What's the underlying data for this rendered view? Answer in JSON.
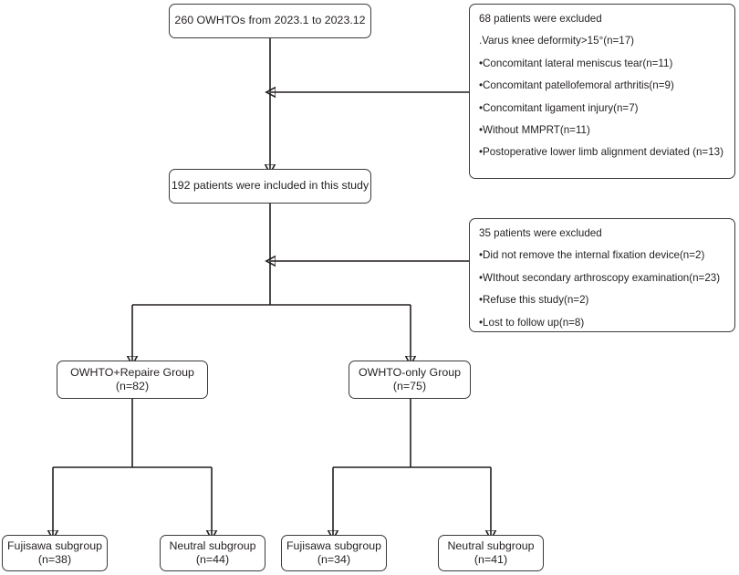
{
  "diagram": {
    "title": "OWHTO patient enrollment flowchart",
    "type": "flowchart",
    "stroke_color": "#231f20",
    "border_color": "#3a3a3c",
    "background": "#ffffff"
  },
  "nodes": {
    "top": {
      "line1": "260 OWHTOs from 2023.1 to 2023.12"
    },
    "included": {
      "line1": "192 patients were included in this study"
    },
    "exclusion_1": {
      "heading": "68 patients were excluded",
      "items": [
        ".Varus knee deformity>15°(n=17)",
        "•Concomitant lateral meniscus tear(n=11)",
        "•Concomitant patellofemoral arthritis(n=9)",
        "•Concomitant ligament injury(n=7)",
        "•Without MMPRT(n=11)",
        "•Postoperative lower limb alignment deviated (n=13)"
      ]
    },
    "exclusion_2": {
      "heading": "35 patients were excluded",
      "items": [
        "•Did not remove the internal fixation device(n=2)",
        "•WIthout secondary arthroscopy examination(n=23)",
        "•Refuse this study(n=2)",
        "•Lost to follow up(n=8)"
      ]
    },
    "group_repair": {
      "label": "OWHTO+Repaire Group",
      "count": "(n=82)"
    },
    "group_only": {
      "label": "OWHTO-only Group",
      "count": "(n=75)"
    },
    "subgroup_1": {
      "label": "Fujisawa subgroup",
      "count": "(n=38)"
    },
    "subgroup_2": {
      "label": "Neutral subgroup",
      "count": "(n=44)"
    },
    "subgroup_3": {
      "label": "Fujisawa subgroup",
      "count": "(n=34)"
    },
    "subgroup_4": {
      "label": "Neutral subgroup",
      "count": "(n=41)"
    }
  }
}
